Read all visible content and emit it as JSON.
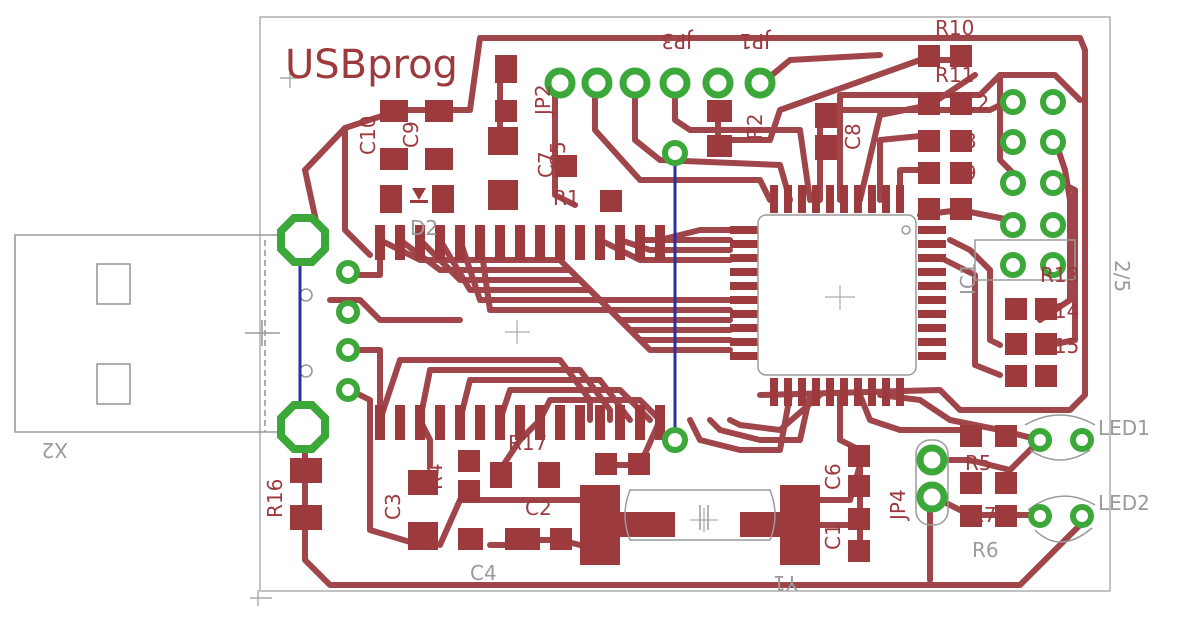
{
  "board": {
    "title": "USBprog",
    "version": "2/5",
    "colors": {
      "copper": "#a0454a",
      "pad": "#9c3a3e",
      "via": "#3ca83a",
      "jumper": "#2c2fa0",
      "outline": "#9a9a9a",
      "label_red": "#9c3a3e",
      "label_gray": "#9a9a9a"
    }
  },
  "labels_red": [
    {
      "id": "r10",
      "text": "R10"
    },
    {
      "id": "r11",
      "text": "R11"
    },
    {
      "id": "r12",
      "text": "R12"
    },
    {
      "id": "r8",
      "text": "R8"
    },
    {
      "id": "r9",
      "text": "R9"
    },
    {
      "id": "r13",
      "text": "R13"
    },
    {
      "id": "r14",
      "text": "R14"
    },
    {
      "id": "r15",
      "text": "R15"
    },
    {
      "id": "r16",
      "text": "R16"
    },
    {
      "id": "r17",
      "text": "R17"
    },
    {
      "id": "r3",
      "text": "R3"
    },
    {
      "id": "r4",
      "text": "R4"
    },
    {
      "id": "r5",
      "text": "R5"
    },
    {
      "id": "r7",
      "text": "R7"
    },
    {
      "id": "r1",
      "text": "R1"
    },
    {
      "id": "r2",
      "text": "R2"
    },
    {
      "id": "c10",
      "text": "C10"
    },
    {
      "id": "c9",
      "text": "C9"
    },
    {
      "id": "c7",
      "text": "C7"
    },
    {
      "id": "c8",
      "text": "C8"
    },
    {
      "id": "c6",
      "text": "C6"
    },
    {
      "id": "c2",
      "text": "C2"
    },
    {
      "id": "c3",
      "text": "C3"
    },
    {
      "id": "c1",
      "text": "C1"
    },
    {
      "id": "c5",
      "text": "C5"
    },
    {
      "id": "jp2",
      "text": "JP2"
    },
    {
      "id": "jp3",
      "text": "JP3"
    },
    {
      "id": "jp1",
      "text": "JP1"
    },
    {
      "id": "jp4",
      "text": "JP4"
    }
  ],
  "labels_gray": [
    {
      "id": "x2",
      "text": "X2"
    },
    {
      "id": "d2",
      "text": "D2"
    },
    {
      "id": "c4",
      "text": "C4"
    },
    {
      "id": "y1",
      "text": "Y1"
    },
    {
      "id": "r6",
      "text": "R6"
    },
    {
      "id": "led1",
      "text": "LED1"
    },
    {
      "id": "led2",
      "text": "LED2"
    },
    {
      "id": "ic1",
      "text": "IC1"
    }
  ]
}
